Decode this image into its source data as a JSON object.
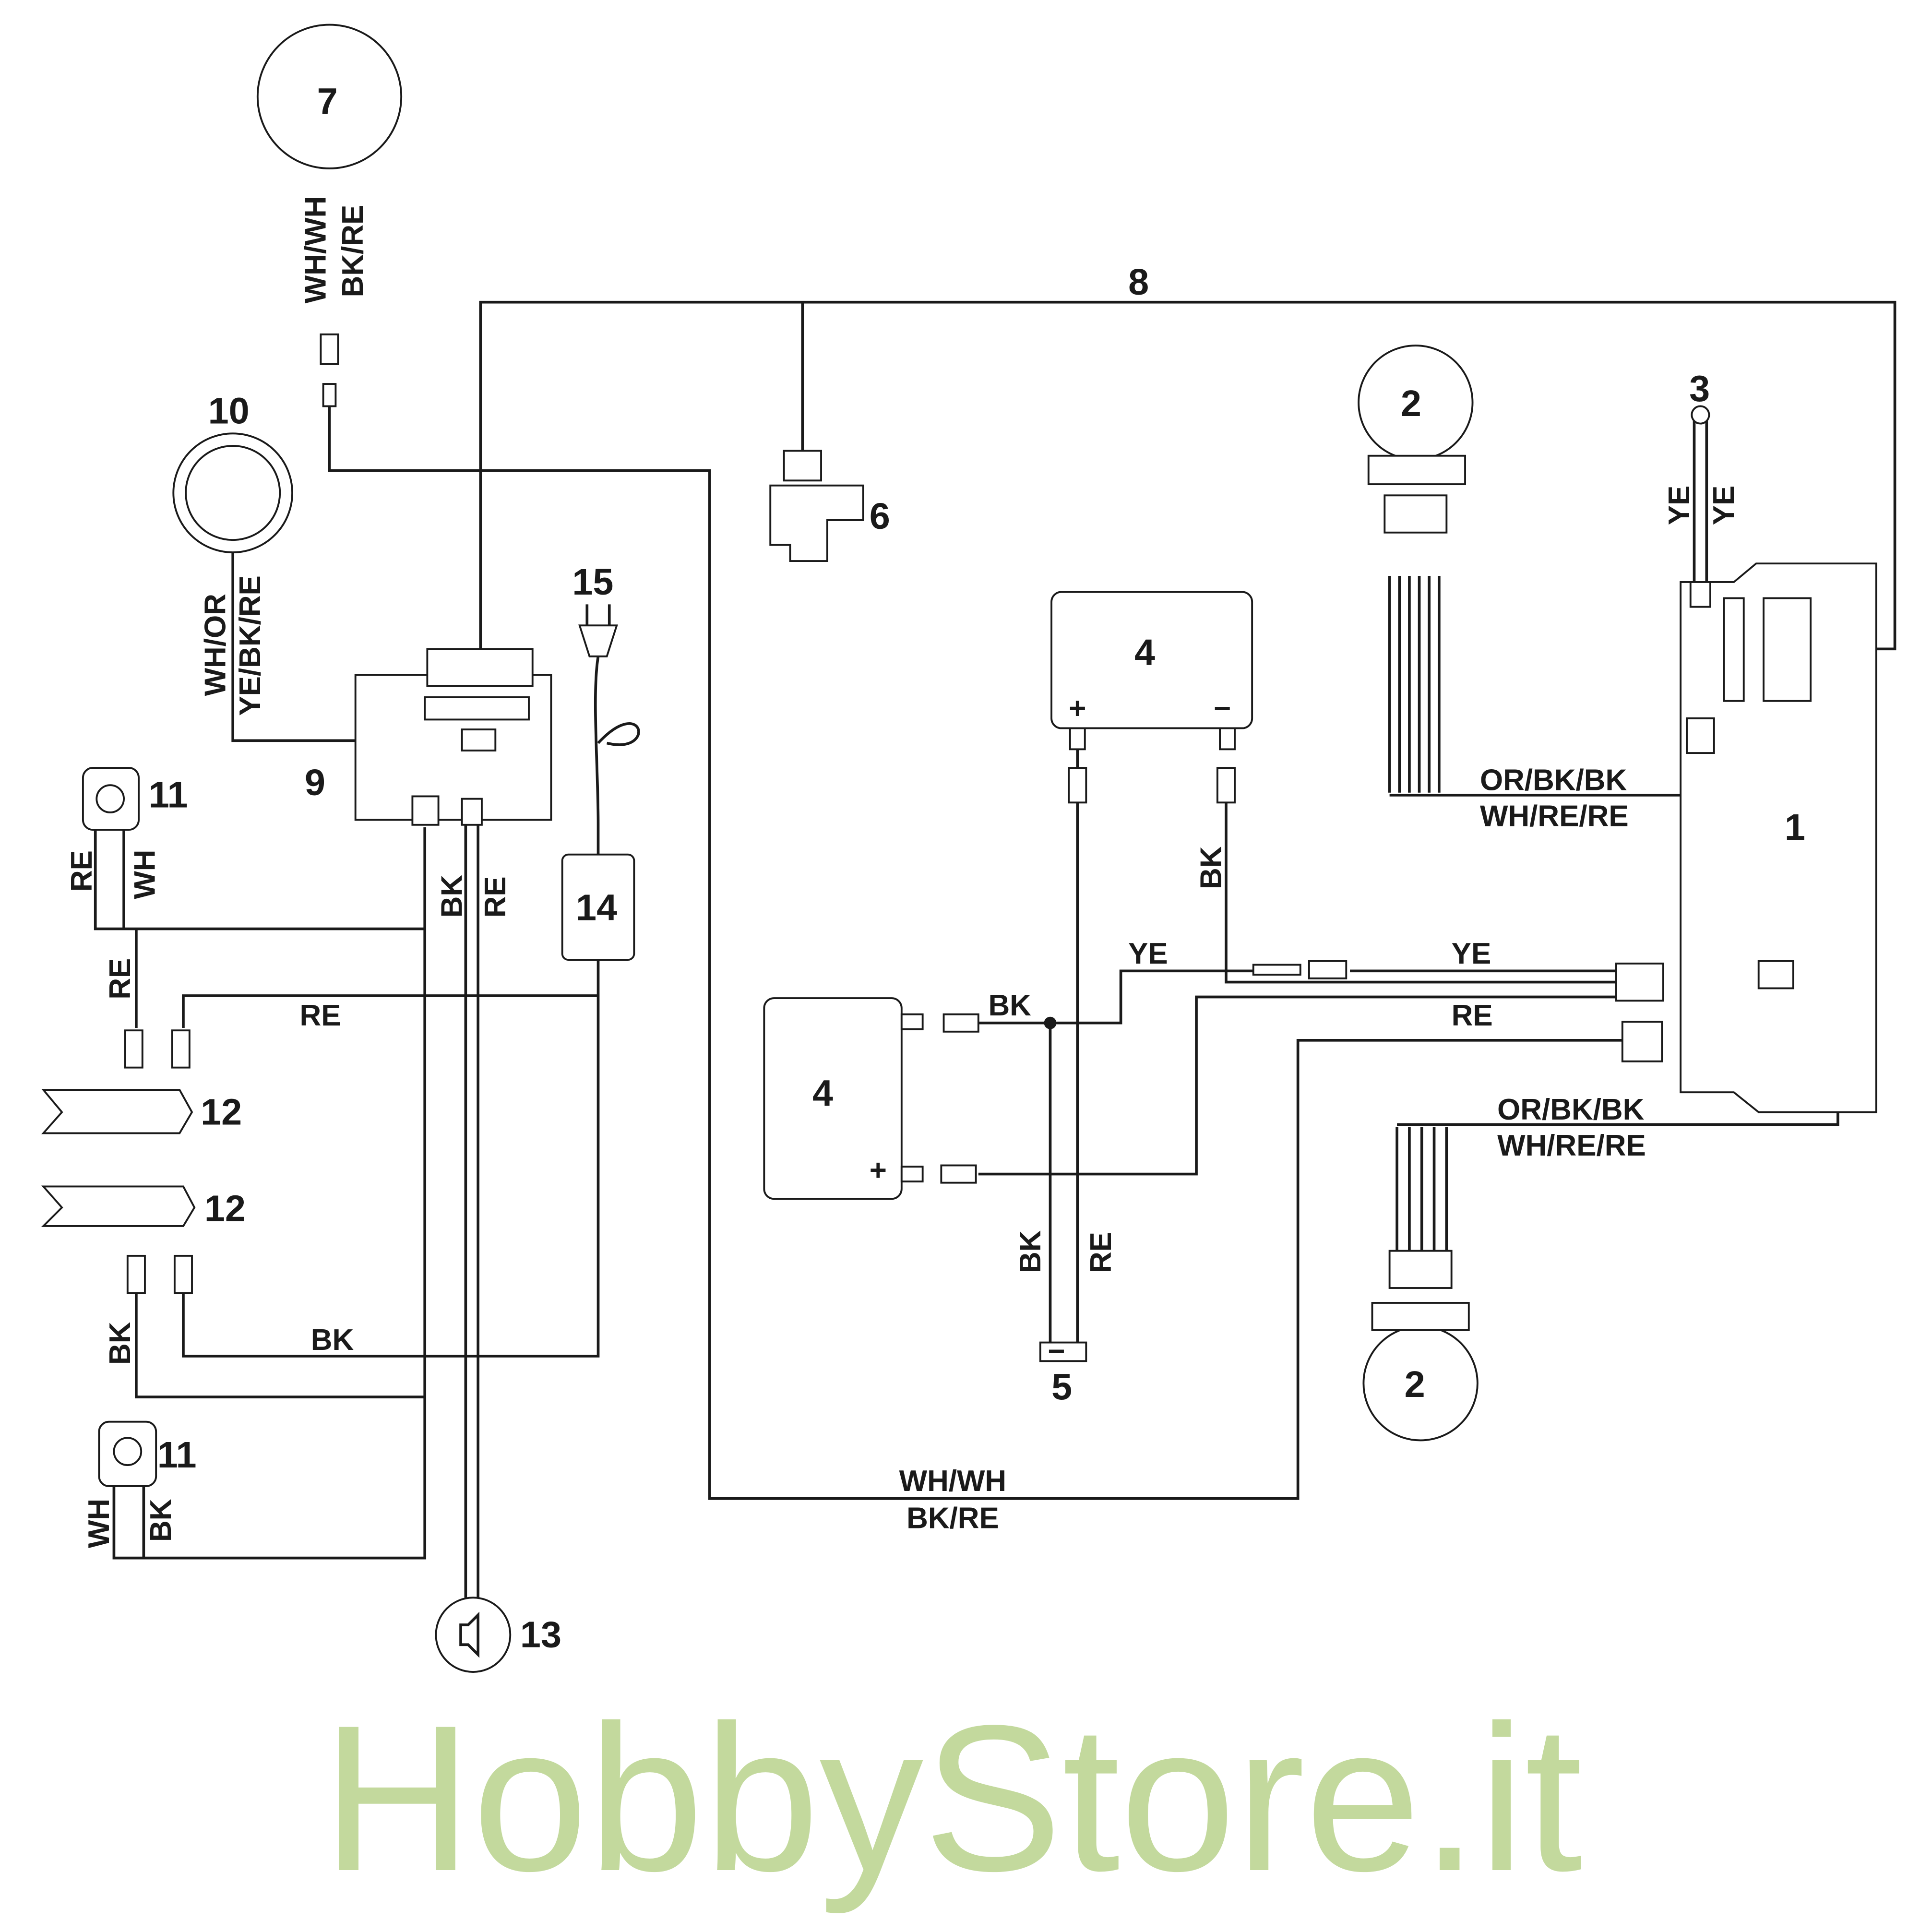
{
  "diagram": {
    "watermark": "HobbyStore.it",
    "components": {
      "c1": "1",
      "c2a": "2",
      "c2b": "2",
      "c3": "3",
      "c4a": "4",
      "c4b": "4",
      "c5": "5",
      "c6": "6",
      "c7": "7",
      "c8": "8",
      "c9": "9",
      "c10": "10",
      "c11a": "11",
      "c11b": "11",
      "c12a": "12",
      "c12b": "12",
      "c13": "13",
      "c14": "14",
      "c15": "15"
    },
    "wires": {
      "w7a": "WH/WH",
      "w7b": "BK/RE",
      "w10a": "WH/OR",
      "w10b": "YE/BK/RE",
      "w11re": "RE",
      "w11wh": "WH",
      "w11re2": "RE",
      "wre": "RE",
      "w9bk": "BK",
      "w9re": "RE",
      "w12bk": "BK",
      "w12bk2": "BK",
      "w11bwh": "WH",
      "w11bbk": "BK",
      "w3a": "YE",
      "w3b": "YE",
      "w2a1": "OR/BK/BK",
      "w2a2": "WH/RE/RE",
      "w2b1": "OR/BK/BK",
      "w2b2": "WH/RE/RE",
      "wye1": "YE",
      "wye2": "YE",
      "wre1": "RE",
      "wbk1": "BK",
      "wbk2": "BK",
      "w5bk": "BK",
      "w5re": "RE",
      "wbot1": "WH/WH",
      "wbot2": "BK/RE"
    },
    "signs": {
      "plus": "+",
      "minus": "−"
    }
  }
}
